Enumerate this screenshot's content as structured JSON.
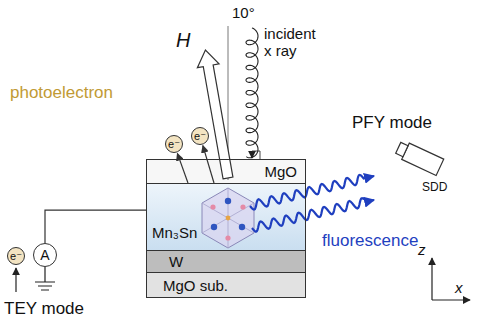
{
  "diagram": {
    "nodes": [
      {
        "text": [
          "MgO"
        ]
      },
      {
        "text": [
          "Mn₃Sn"
        ]
      },
      {
        "text": [
          "W"
        ]
      },
      {
        "text": [
          "MgO sub."
        ]
      },
      {
        "text": [
          "e⁻"
        ]
      },
      {
        "text": [
          "e⁻"
        ]
      },
      {
        "text": [
          "A"
        ]
      },
      {
        "text": [
          "e⁻"
        ]
      }
    ],
    "edges": [
      {
        "from": 1,
        "to": 6,
        "arrow": "none"
      },
      {
        "from": 1,
        "to": 4,
        "arrow": "to"
      },
      {
        "from": 1,
        "to": 5,
        "arrow": "to"
      }
    ],
    "labels": [
      "H",
      "10°",
      "incident x ray",
      "photoelectron",
      "fluorescence",
      "PFY mode",
      "SDD",
      "TEY mode",
      "z",
      "x"
    ]
  }
}
